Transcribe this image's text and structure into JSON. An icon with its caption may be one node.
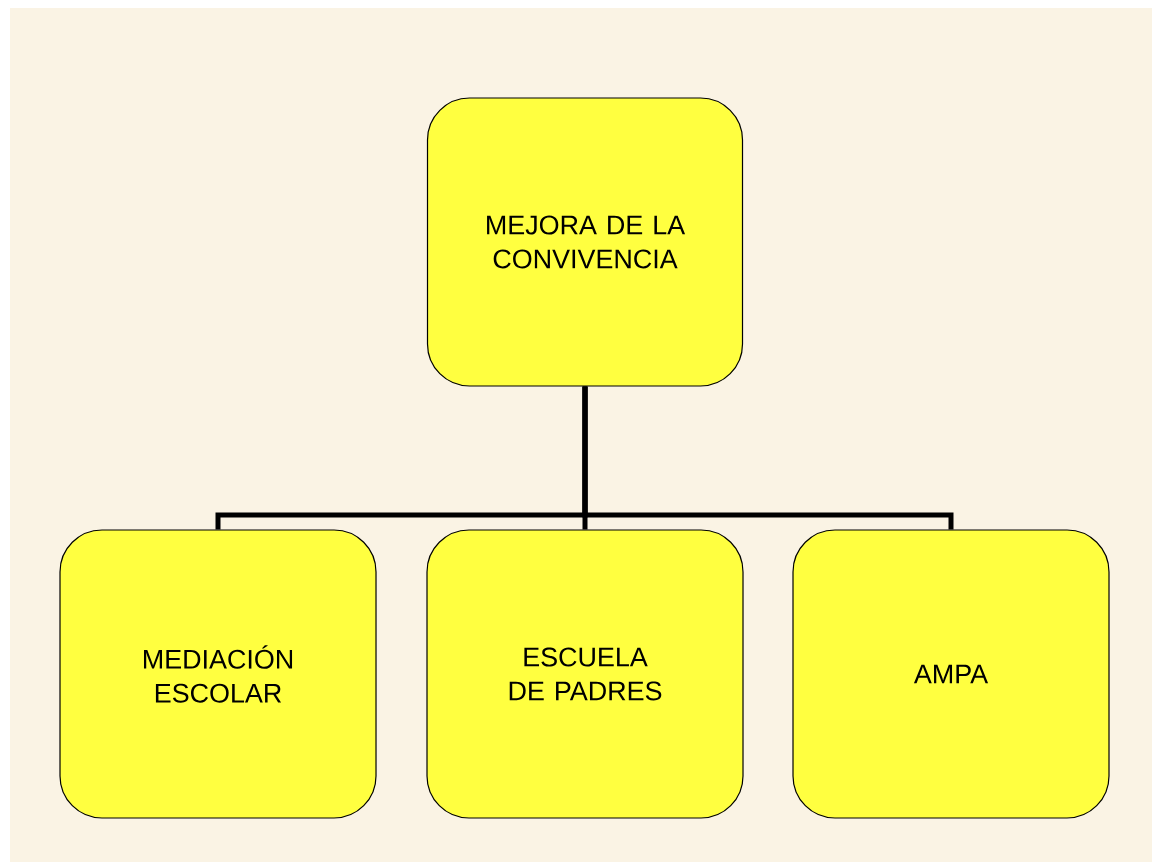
{
  "diagram": {
    "nodes": [
      {
        "text": [
          "MEJORA DE LA CONVIVENCIA"
        ]
      },
      {
        "text": [
          "MEDIACIÓN ESCOLAR"
        ]
      },
      {
        "text": [
          "ESCUELA DE PADRES"
        ]
      },
      {
        "text": [
          "AMPA"
        ]
      }
    ],
    "edges": [
      {
        "from": 0,
        "to": 1,
        "arrow": "none"
      },
      {
        "from": 0,
        "to": 2,
        "arrow": "none"
      },
      {
        "from": 0,
        "to": 3,
        "arrow": "none"
      }
    ]
  }
}
